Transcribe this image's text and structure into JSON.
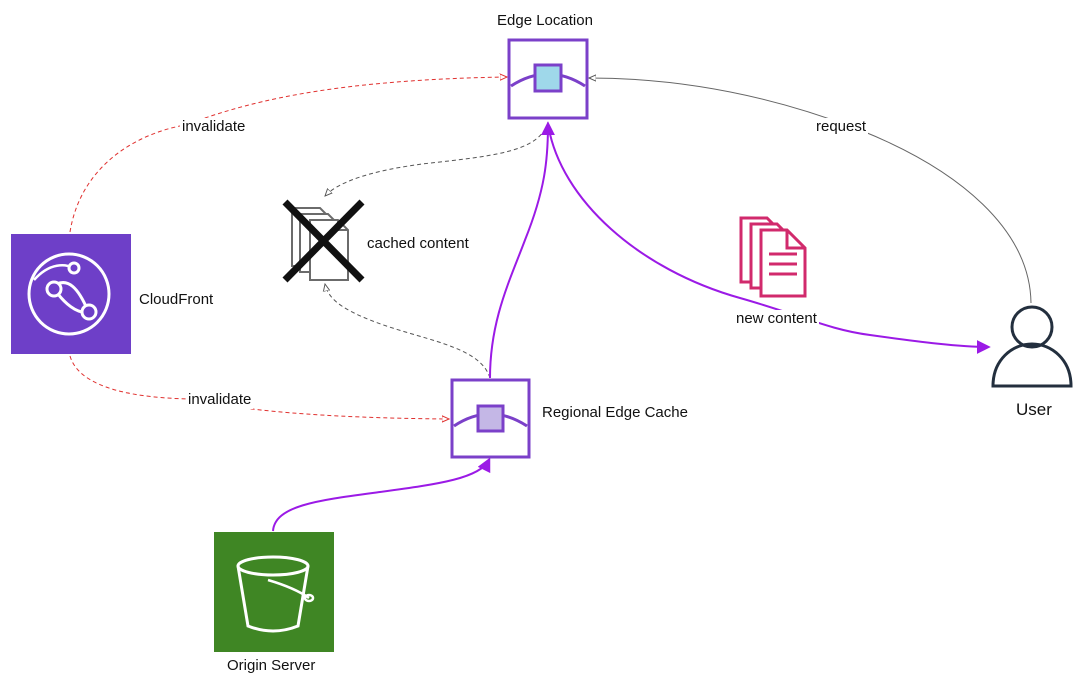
{
  "nodes": {
    "edge_location": {
      "label": "Edge Location"
    },
    "cloudfront": {
      "label": "CloudFront"
    },
    "cached_content": {
      "label": "cached content"
    },
    "regional_edge_cache": {
      "label": "Regional Edge Cache"
    },
    "new_content": {
      "label": "new content"
    },
    "user": {
      "label": "User"
    },
    "origin_server": {
      "label": "Origin Server"
    }
  },
  "edges": {
    "invalidate_top": {
      "label": "invalidate"
    },
    "invalidate_bottom": {
      "label": "invalidate"
    },
    "request": {
      "label": "request"
    }
  },
  "colors": {
    "purple": "#7b40c9",
    "flow": "#9b1ae6",
    "invalidate": "#e0312f",
    "cloudfront_bg": "#6e3fc8",
    "origin_bg": "#3f8624",
    "document": "#d12a6c",
    "cached_gray": "#6b6b6b",
    "edge_box_fill": "#9fd8ea",
    "regional_box_fill": "#c4b7e6"
  },
  "icons": {
    "edge_location": "edge-location-icon",
    "regional_edge_cache": "regional-edge-cache-icon",
    "cloudfront": "cloudfront-icon",
    "origin_server": "s3-bucket-icon",
    "cached_content": "documents-crossed-icon",
    "new_content": "documents-icon",
    "user": "user-icon"
  }
}
